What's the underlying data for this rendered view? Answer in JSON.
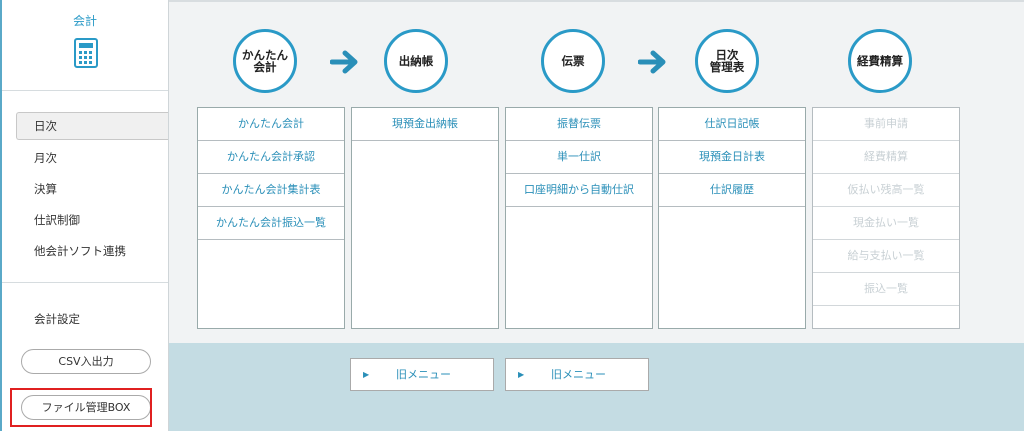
{
  "module": {
    "title": "会計",
    "icon": "calculator-icon"
  },
  "nav": {
    "items": [
      {
        "label": "日次",
        "active": true
      },
      {
        "label": "月次"
      },
      {
        "label": "決算"
      },
      {
        "label": "仕訳制御"
      },
      {
        "label": "他会計ソフト連携"
      }
    ],
    "settings": "会計設定",
    "csv": "CSV入出力",
    "file_box": "ファイル管理BOX"
  },
  "flow": {
    "c1": "かんたん\n会計",
    "c2": "出納帳",
    "c3": "伝票",
    "c4": "日次\n管理表",
    "c5": "経費精算"
  },
  "columns": {
    "kantan": [
      "かんたん会計",
      "かんたん会計承認",
      "かんたん会計集計表",
      "かんたん会計振込一覧"
    ],
    "suitou": [
      "現預金出納帳"
    ],
    "denpyo": [
      "振替伝票",
      "単一仕訳",
      "口座明細から自動仕訳"
    ],
    "kanri": [
      "仕訳日記帳",
      "現預金日計表",
      "仕訳履歴"
    ],
    "keihi": [
      "事前申請",
      "経費精算",
      "仮払い残高一覧",
      "現金払い一覧",
      "給与支払い一覧",
      "振込一覧"
    ]
  },
  "old_menu": [
    "旧メニュー",
    "旧メニュー"
  ],
  "colors": {
    "accent": "#2a9ac7",
    "highlight": "#e02020",
    "lower_panel": "#c4dce3"
  }
}
